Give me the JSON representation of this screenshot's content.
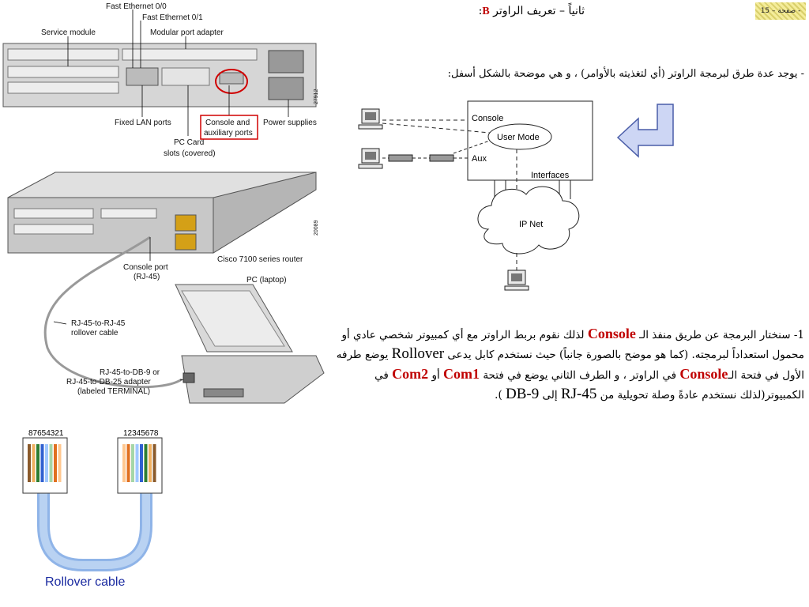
{
  "page": {
    "number_label": "صفحة – 15 -",
    "title_prefix": "ثانياً – تعريف الراوتر ",
    "title_letter": "B",
    "title_suffix": ":"
  },
  "intro": "- يوجد عدة طرق لبرمجة الراوتر (أي لتغذيته بالأوامر) ، و هي موضحة بالشكل أسفل:",
  "router_back_labels": {
    "fast_ethernet_0": "Fast Ethernet 0/0",
    "fast_ethernet_1": "Fast Ethernet 0/1",
    "service_module": "Service module",
    "modular_port_adapter": "Modular port adapter",
    "fixed_lan_ports": "Fixed LAN ports",
    "pc_card_line1": "PC Card",
    "pc_card_line2": "slots (covered)",
    "console_aux_line1": "Console and",
    "console_aux_line2": "auxiliary ports",
    "power_supplies": "Power supplies",
    "figure_id": "27912"
  },
  "cisco_labels": {
    "model": "Cisco 7100 series router",
    "console_port_line1": "Console port",
    "console_port_line2": "(RJ-45)",
    "pc_laptop": "PC (laptop)",
    "rollover_line1": "RJ-45-to-RJ-45",
    "rollover_line2": "rollover cable",
    "adapter_line1": "RJ-45-to-DB-9 or",
    "adapter_line2": "RJ-45-to-DB-25 adapter",
    "adapter_line3": "(labeled TERMINAL)",
    "figure_id": "20089"
  },
  "rollover": {
    "left_pins": "87654321",
    "right_pins": "12345678",
    "caption": "Rollover cable",
    "left_colors": [
      "#8a5a2b",
      "#f0b060",
      "#2e7d32",
      "#3060d0",
      "#a0c8ff",
      "#a5d6a7",
      "#e07020",
      "#ffc890"
    ],
    "right_colors": [
      "#ffc890",
      "#e07020",
      "#a5d6a7",
      "#a0c8ff",
      "#3060d0",
      "#2e7d32",
      "#f0b060",
      "#8a5a2b"
    ]
  },
  "diagram": {
    "console": "Console",
    "user_mode": "User Mode",
    "aux": "Aux",
    "interfaces": "Interfaces",
    "ip_net": "IP Net"
  },
  "paragraph": {
    "p1": "1- سنختار البرمجة عن طريق منفذ الـ ",
    "console_word": "Console",
    "p2": " لذلك نقوم بربط الراوتر مع أي كمبيوتر شخصي عادي أو محمول استعداداً لبرمجته. (كما هو موضح بالصورة جانباً) حيث نستخدم كابل يدعى ",
    "rollover_word": "Rollover",
    "p3": " يوضع طرفه الأول في فتحة الـ",
    "console_word2": "Console",
    "p4": " في الراوتر ، و الطرف الثاني يوضع في فتحة ",
    "com1": "Com1",
    "p5": " أو ",
    "com2": "Com2",
    "p6": " في الكمبيوتر(لذلك نستخدم عادةً وصلة تحويلية من ",
    "rj45": "RJ-45",
    "p7": " إلى ",
    "db9": "DB-9",
    "p8": " )."
  }
}
